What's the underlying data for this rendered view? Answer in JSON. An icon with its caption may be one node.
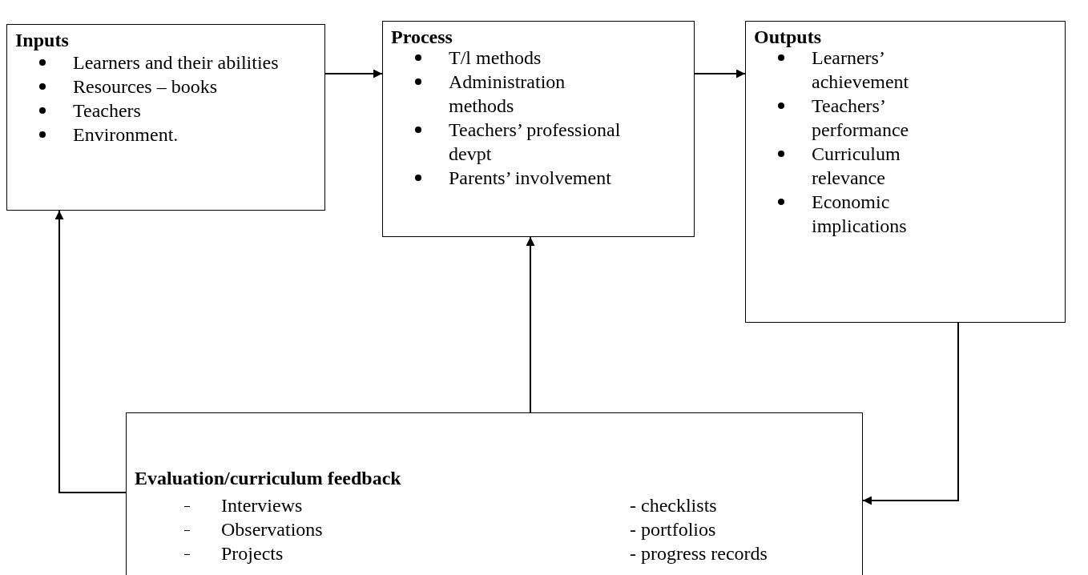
{
  "diagram": {
    "nodes": [
      {
        "text": [
          "Inputs",
          "Learners and their abilities",
          "Resources – books",
          "Teachers",
          "Environment."
        ]
      },
      {
        "text": [
          "Process",
          "T/l methods",
          "Administration methods",
          "Teachers’ professional devpt",
          "Parents’ involvement"
        ]
      },
      {
        "text": [
          "Outputs",
          "Learners’ achievement",
          "Teachers’ performance",
          "Curriculum relevance",
          "Economic implications"
        ]
      },
      {
        "text": [
          "Evaluation/curriculum feedback",
          "Interviews",
          "Observations",
          "Projects",
          "- checklists",
          "- portfolios",
          "- progress records"
        ]
      }
    ],
    "edges": [
      {
        "from": 0,
        "to": 1,
        "arrow": "to"
      },
      {
        "from": 1,
        "to": 2,
        "arrow": "to"
      },
      {
        "from": 2,
        "to": 3,
        "arrow": "to"
      },
      {
        "from": 3,
        "to": 1,
        "arrow": "to"
      },
      {
        "from": 3,
        "to": 0,
        "arrow": "to"
      }
    ]
  }
}
